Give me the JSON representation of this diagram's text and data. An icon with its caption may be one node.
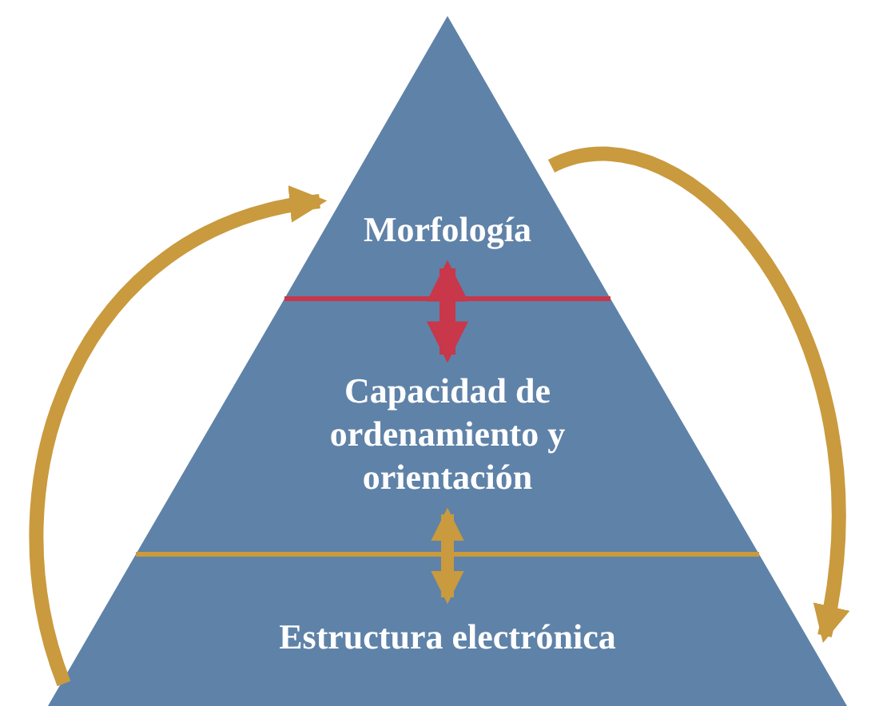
{
  "diagram": {
    "nodes": [
      {
        "text": [
          "Morfología"
        ]
      },
      {
        "text": [
          "Capacidad de ordenamiento y orientación"
        ]
      },
      {
        "text": [
          "Estructura electrónica"
        ]
      }
    ],
    "edges": [
      {
        "from": 0,
        "to": 1,
        "arrow": "both",
        "color": "#c8374a"
      },
      {
        "from": 1,
        "to": 2,
        "arrow": "both"
      },
      {
        "from": 2,
        "to": 0,
        "arrow": "to"
      },
      {
        "from": 0,
        "to": 2,
        "arrow": "to"
      }
    ]
  }
}
